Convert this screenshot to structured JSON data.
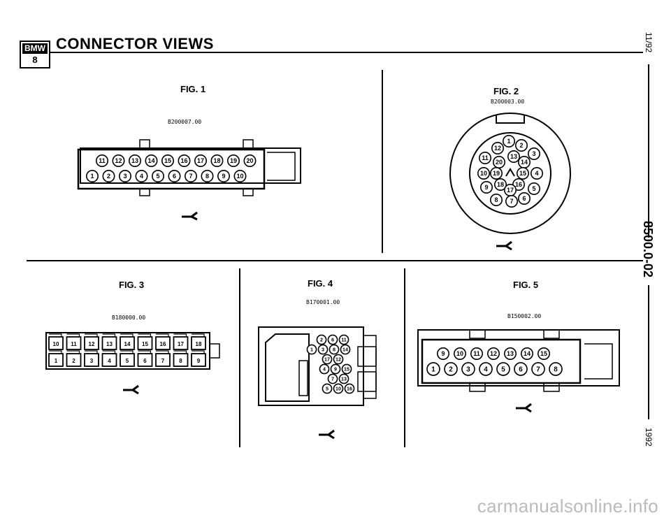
{
  "header": {
    "title": "CONNECTOR VIEWS",
    "logo_top": "BMW",
    "logo_bottom": "8"
  },
  "side": {
    "date": "11/92",
    "code": "8500.0-02",
    "year": "1992"
  },
  "figures": {
    "fig1": {
      "title": "FIG. 1",
      "part": "B200007.00"
    },
    "fig2": {
      "title": "FIG. 2",
      "part": "B200003.00"
    },
    "fig3": {
      "title": "FIG. 3",
      "part": "B180000.00"
    },
    "fig4": {
      "title": "FIG. 4",
      "part": "B170001.00"
    },
    "fig5": {
      "title": "FIG. 5",
      "part": "B150002.00"
    }
  },
  "pins": {
    "fig1_top": [
      "11",
      "12",
      "13",
      "14",
      "15",
      "16",
      "17",
      "18",
      "19",
      "20"
    ],
    "fig1_bottom": [
      "1",
      "2",
      "3",
      "4",
      "5",
      "6",
      "7",
      "8",
      "9",
      "10"
    ],
    "fig2": [
      {
        "n": "1"
      },
      {
        "n": "2"
      },
      {
        "n": "12"
      },
      {
        "n": "13"
      },
      {
        "n": "3"
      },
      {
        "n": "11"
      },
      {
        "n": "20"
      },
      {
        "n": "14"
      },
      {
        "n": "10"
      },
      {
        "n": "19"
      },
      {
        "n": "15"
      },
      {
        "n": "4"
      },
      {
        "n": "18"
      },
      {
        "n": "16"
      },
      {
        "n": "9"
      },
      {
        "n": "17"
      },
      {
        "n": "5"
      },
      {
        "n": "8"
      },
      {
        "n": "7"
      },
      {
        "n": "6"
      }
    ],
    "fig3_top": [
      "10",
      "11",
      "12",
      "13",
      "14",
      "15",
      "16",
      "17",
      "18"
    ],
    "fig3_bottom": [
      "1",
      "2",
      "3",
      "4",
      "5",
      "6",
      "7",
      "8",
      "9"
    ],
    "fig4": [
      "2",
      "6",
      "11",
      "1",
      "3",
      "8",
      "14",
      "17",
      "12",
      "4",
      "9",
      "15",
      "7",
      "13",
      "5",
      "10",
      "16"
    ],
    "fig5_top": [
      "9",
      "10",
      "11",
      "12",
      "13",
      "14",
      "15"
    ],
    "fig5_bottom": [
      "1",
      "2",
      "3",
      "4",
      "5",
      "6",
      "7",
      "8"
    ]
  },
  "watermark": "carmanualsonline.info"
}
